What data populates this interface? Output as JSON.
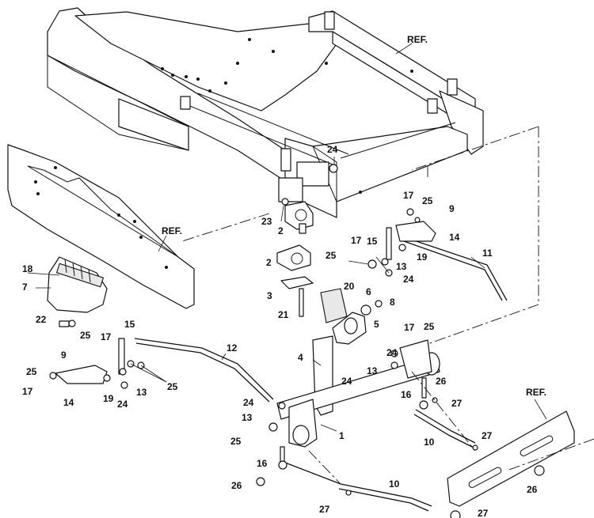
{
  "labels": {
    "ref_top": "REF.",
    "ref_left": "REF.",
    "ref_right": "REF.",
    "p1": "1",
    "p2a": "2",
    "p2b": "2",
    "p3": "3",
    "p4": "4",
    "p5": "5",
    "p6": "6",
    "p7": "7",
    "p8": "8",
    "p9a": "9",
    "p9b": "9",
    "p10a": "10",
    "p10b": "10",
    "p11": "11",
    "p12": "12",
    "p13a": "13",
    "p13b": "13",
    "p13c": "13",
    "p13d": "13",
    "p14a": "14",
    "p14b": "14",
    "p15a": "15",
    "p15b": "15",
    "p16a": "16",
    "p16b": "16",
    "p17a": "17",
    "p17b": "17",
    "p17c": "17",
    "p17d": "17",
    "p17e": "17",
    "p18": "18",
    "p19a": "19",
    "p19b": "19",
    "p20": "20",
    "p21": "21",
    "p22": "22",
    "p23": "23",
    "p24a": "24",
    "p24b": "24",
    "p24c": "24",
    "p24d": "24",
    "p24e": "24",
    "p24f": "24",
    "p25a": "25",
    "p25b": "25",
    "p25c": "25",
    "p25d": "25",
    "p25e": "25",
    "p25f": "25",
    "p25g": "25",
    "p26a": "26",
    "p26b": "26",
    "p26c": "26",
    "p27a": "27",
    "p27b": "27",
    "p27c": "27",
    "p27d": "27"
  }
}
